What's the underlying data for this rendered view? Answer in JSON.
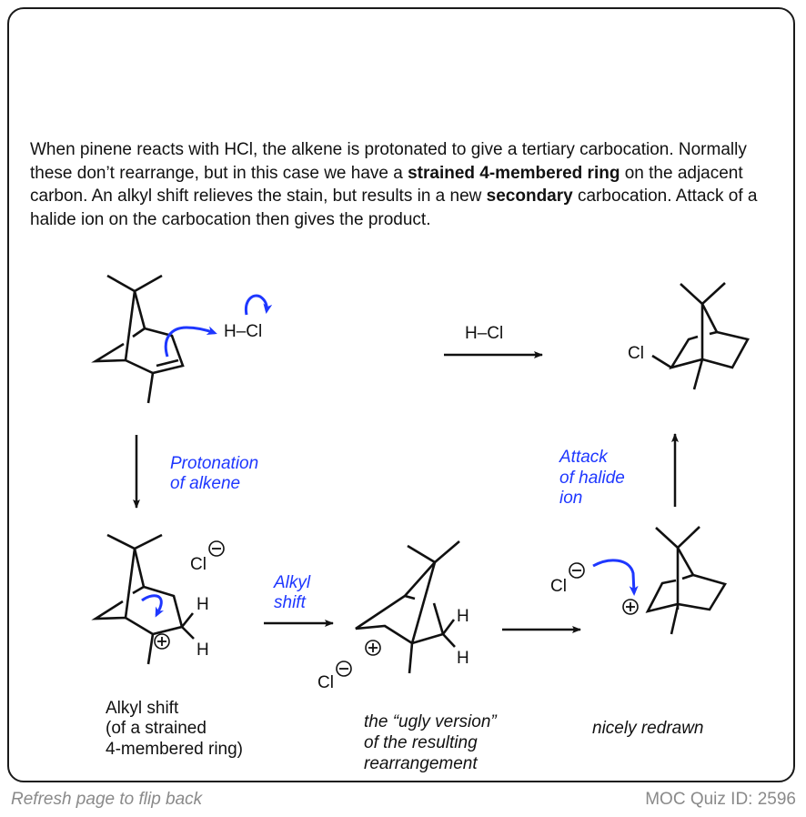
{
  "intro": {
    "line1": "When pinene reacts with HCl, the alkene is protonated to give a tertiary carbocation. Normally these don’t rearrange, but in this case we have a ",
    "bold1": "strained 4-membered ring",
    "line2": " on the adjacent carbon. An alkyl shift relieves the stain, but results in a new  ",
    "bold2": "secondary",
    "line3": " carbocation. Attack of a halide ion on the carbocation then gives the product."
  },
  "reagents": {
    "hcl_1": "H–Cl",
    "hcl_arrow": "H–Cl"
  },
  "atoms": {
    "cl": "Cl",
    "h": "H"
  },
  "steps": {
    "protonation": [
      "Protonation",
      "of alkene"
    ],
    "alkyl_shift": [
      "Alkyl",
      "shift"
    ],
    "attack": [
      "Attack",
      "of halide",
      "ion"
    ]
  },
  "captions": {
    "alkyl_shift": [
      "Alkyl shift",
      "(of a strained",
      "4-membered ring)"
    ],
    "ugly": [
      "the “ugly version”",
      "of the resulting",
      "rearrangement"
    ],
    "nicely": "nicely redrawn"
  },
  "footer": {
    "flip": "Refresh page to flip back",
    "quiz_id": "MOC Quiz ID: 2596"
  },
  "colors": {
    "arrow_blue": "#1e37ff",
    "text": "#111111",
    "footer": "#8a8a8a"
  }
}
